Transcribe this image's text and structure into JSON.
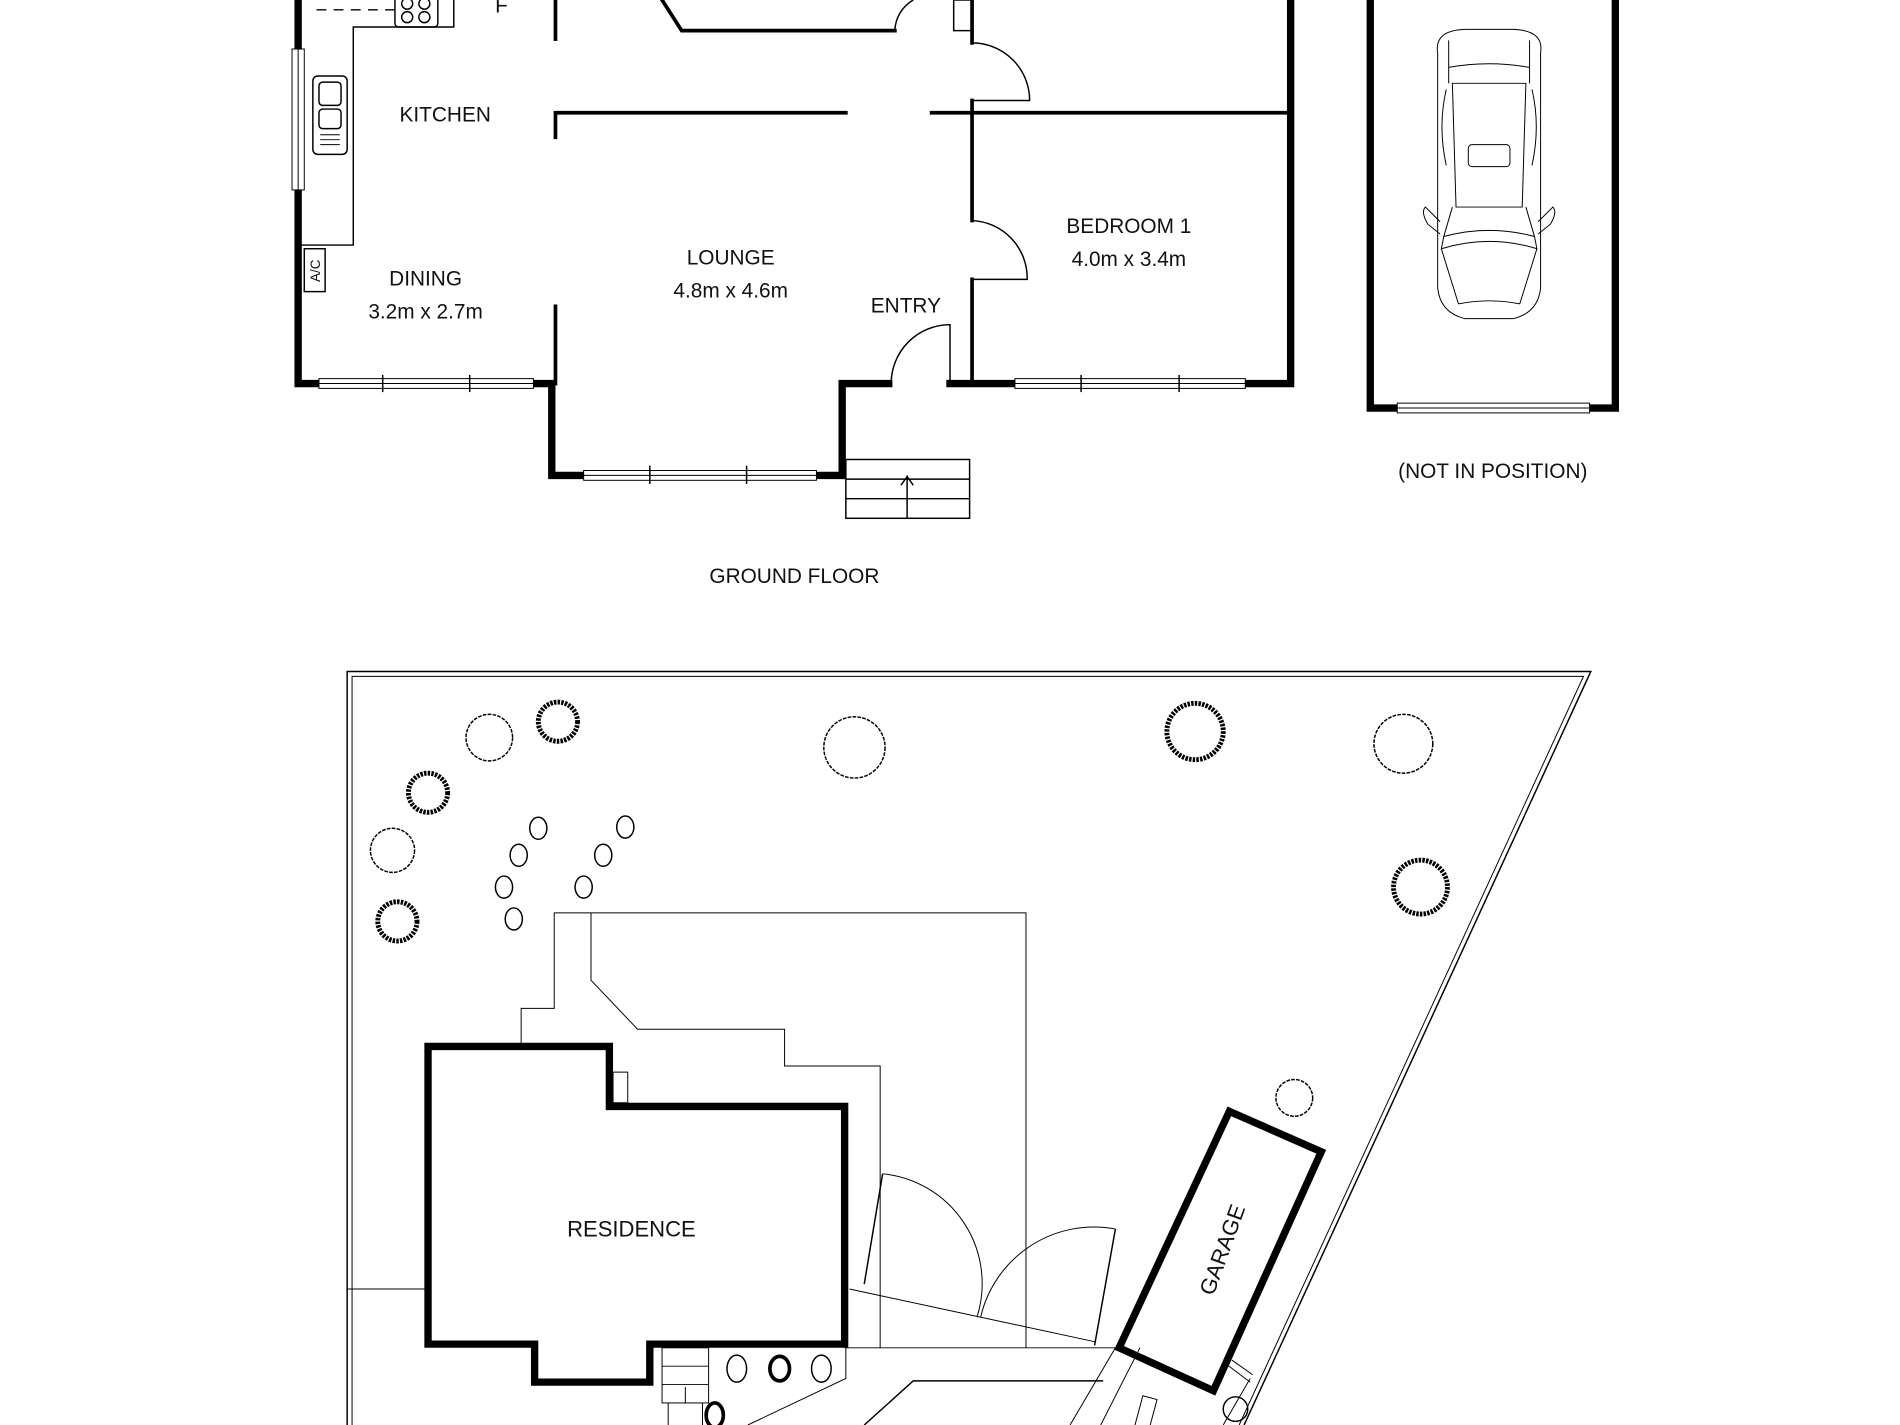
{
  "ground_floor": {
    "title": "GROUND FLOOR",
    "rooms": [
      {
        "name": "KITCHEN",
        "size": ""
      },
      {
        "name": "DINING",
        "size": "3.2m x 2.7m"
      },
      {
        "name": "LOUNGE",
        "size": "4.8m x 4.6m"
      },
      {
        "name": "ENTRY",
        "size": ""
      },
      {
        "name": "BEDROOM 1",
        "size": "4.0m x 3.4m"
      }
    ],
    "ac_label": "A/C",
    "fridge_label": "F"
  },
  "carport": {
    "note": "(NOT IN POSITION)",
    "icon": "car-icon"
  },
  "site_plan": {
    "residence_label": "RESIDENCE",
    "garage_label": "GARAGE",
    "icons": [
      "tree-icon",
      "shrub-icon",
      "rock-icon",
      "gate-icon",
      "stairs-icon"
    ]
  },
  "colors": {
    "line": "#000000",
    "background": "#ffffff"
  }
}
